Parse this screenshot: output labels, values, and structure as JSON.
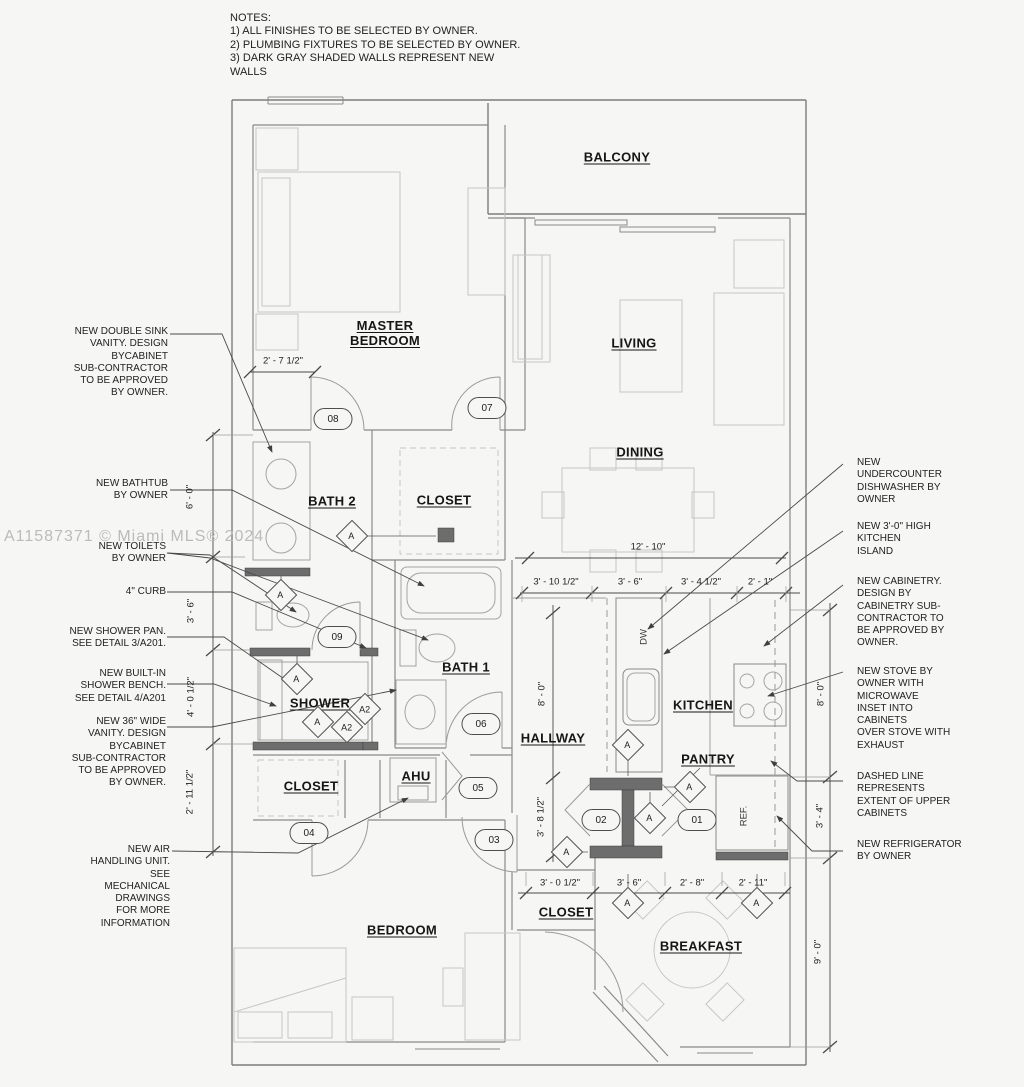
{
  "watermark": "A11587371 © Miami MLS® 2024",
  "notes": {
    "text": "NOTES:\n1) ALL FINISHES TO BE SELECTED BY OWNER.\n2) PLUMBING FIXTURES TO BE SELECTED BY OWNER.\n3) DARK GRAY SHADED WALLS REPRESENT NEW\nWALLS"
  },
  "rooms": {
    "balcony": "BALCONY",
    "master_bedroom": "MASTER\nBEDROOM",
    "living": "LIVING",
    "dining": "DINING",
    "bath2": "BATH 2",
    "closet_master": "CLOSET",
    "bath1": "BATH 1",
    "shower": "SHOWER",
    "hallway": "HALLWAY",
    "kitchen": "KITCHEN",
    "pantry": "PANTRY",
    "closet_hall": "CLOSET",
    "ahu": "AHU",
    "bedroom": "BEDROOM",
    "closet_bedroom": "CLOSET",
    "breakfast": "BREAKFAST"
  },
  "dimensions": {
    "master_width": "2' - 7 1/2\"",
    "left_v1": "6' - 0\"",
    "left_v2": "3' - 6\"",
    "left_v3": "4' - 0 1/2\"",
    "left_v4": "2' - 11 1/2\"",
    "dining_width": "12' - 10\"",
    "mid1": "3' - 10 1/2\"",
    "mid2": "3' - 6\"",
    "mid3": "3' - 4 1/2\"",
    "mid4": "2' - 1\"",
    "hall_v1": "8' - 0\"",
    "hall_v2": "3' - 8 1/2\"",
    "right_v1": "8' - 0\"",
    "right_v2": "3' - 4\"",
    "right_v3": "9' - 0\"",
    "bottom1": "3' - 0 1/2\"",
    "bottom2": "3' - 6\"",
    "bottom3": "2' - 8\"",
    "bottom4": "2' - 11\""
  },
  "callouts_left": {
    "double_sink_vanity": "NEW DOUBLE SINK\nVANITY. DESIGN\nBYCABINET\nSUB-CONTRACTOR\nTO BE APPROVED\nBY OWNER.",
    "bathtub": "NEW BATHTUB\nBY OWNER",
    "toilets": "NEW TOILETS\nBY OWNER",
    "curb": "4\" CURB",
    "shower_pan": "NEW SHOWER PAN.\nSEE DETAIL 3/A201.",
    "shower_bench": "NEW BUILT-IN\nSHOWER BENCH.\nSEE DETAIL 4/A201",
    "vanity_36": "NEW 36\" WIDE\nVANITY. DESIGN\nBYCABINET\nSUB-CONTRACTOR\nTO BE APPROVED\nBY OWNER.",
    "ahu_note": "NEW AIR\nHANDLING UNIT.\nSEE\nMECHANICAL\nDRAWINGS\nFOR MORE\nINFORMATION"
  },
  "callouts_right": {
    "dishwasher": "NEW\nUNDERCOUNTER\nDISHWASHER BY\nOWNER",
    "kitchen_island": "NEW 3'-0\" HIGH\nKITCHEN\nISLAND",
    "cabinetry": "NEW CABINETRY.\nDESIGN BY\nCABINETRY SUB-\nCONTRACTOR TO\nBE APPROVED BY\nOWNER.",
    "stove": "NEW STOVE BY\nOWNER WITH\nMICROWAVE\nINSET INTO\nCABINETS\nOVER STOVE WITH\nEXHAUST",
    "dashed_line": "DASHED LINE\nREPRESENTS\nEXTENT OF UPPER\nCABINETS",
    "refrigerator": "NEW REFRIGERATOR\nBY OWNER"
  },
  "door_tags": {
    "d08": "08",
    "d07": "07",
    "d09": "09",
    "d06": "06",
    "d05": "05",
    "d04": "04",
    "d03": "03",
    "d02": "02",
    "d01": "01"
  },
  "keynotes": {
    "a": "A",
    "a2": "A2"
  },
  "fixtures": {
    "dw": "DW",
    "ref": "REF."
  },
  "colors": {
    "new_wall": "#6d6d6d",
    "wall_line": "#7d7d7a",
    "furniture_line": "#c6c6c2",
    "annotation_line": "#4a4a4a"
  }
}
